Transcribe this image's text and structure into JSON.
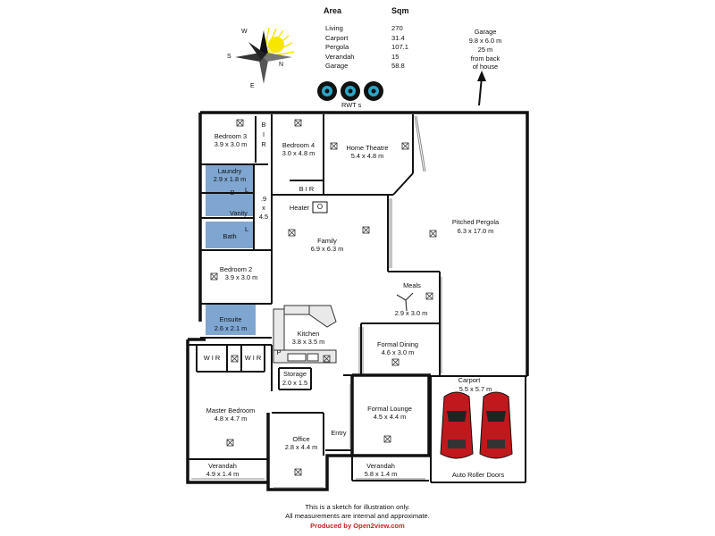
{
  "area_table": {
    "headers": {
      "area": "Area",
      "sqm": "Sqm"
    },
    "rows": [
      {
        "name": "Living",
        "sqm": "270"
      },
      {
        "name": "Carport",
        "sqm": "31.4"
      },
      {
        "name": "Pergola",
        "sqm": "107.1"
      },
      {
        "name": "Verandah",
        "sqm": "15"
      },
      {
        "name": "Garage",
        "sqm": "58.8"
      }
    ]
  },
  "garage_note": [
    "Garage",
    "9.8 x 6.0 m",
    "25 m",
    "from back",
    "of house"
  ],
  "compass": {
    "n": "N",
    "s": "S",
    "e": "E",
    "w": "W"
  },
  "rwt_label": "RWT s",
  "rooms": {
    "bedroom3": {
      "name": "Bedroom 3",
      "size": "3.9 x 3.0 m"
    },
    "bir_top": "B\nI\nR",
    "bedroom4": {
      "name": "Bedroom 4",
      "size": "3.0 x 4.8 m"
    },
    "home_theatre": {
      "name": "Home Theatre",
      "size": "5.4 x 4.8 m"
    },
    "bir_mid": "B I R",
    "laundry": {
      "name": "Laundry",
      "size": "2.9 x 1.8 m"
    },
    "b_label": "B",
    "l_label": "L",
    "vanity": "Vanity",
    "bath": "Bath",
    "passage_dim": ".9\nx\n4.5",
    "heater": "Heater",
    "heater_icon": "O",
    "family": {
      "name": "Family",
      "size": "6.9 x 6.3 m"
    },
    "pitched_pergola": {
      "name": "Pitched Pergola",
      "size": "6.3 x 17.0 m"
    },
    "bedroom2": {
      "name": "Bedroom 2",
      "size": "3.9 x 3.0 m"
    },
    "meals": {
      "name": "Meals",
      "size": "2.9 x 3.0 m"
    },
    "ensuite": {
      "name": "Ensuite",
      "size": "2.6 x 2.1 m"
    },
    "kitchen": {
      "name": "Kitchen",
      "size": "3.8 x 3.5 m"
    },
    "formal_dining": {
      "name": "Formal Dining",
      "size": "4.6 x 3.0 m"
    },
    "wir": "W I R",
    "pantry": "P",
    "storage": {
      "name": "Storage",
      "size": "2.0 x 1.5"
    },
    "carport": {
      "name": "Carport",
      "size": "5.5 x 5.7 m"
    },
    "master": {
      "name": "Master Bedroom",
      "size": "4.8 x 4.7 m"
    },
    "formal_lounge": {
      "name": "Formal Lounge",
      "size": "4.5 x 4.4 m"
    },
    "office": {
      "name": "Office",
      "size": "2.8 x 4.4 m"
    },
    "entry": "Entry",
    "verandah_left": {
      "name": "Verandah",
      "size": "4.9 x 1.4 m"
    },
    "verandah_front": {
      "name": "Verandah",
      "size": "5.8 x 1.4 m"
    },
    "roller_doors": "Auto Roller Doors"
  },
  "footer": {
    "line1": "This is a sketch for illustration only.",
    "line2": "All measurements are internal and approximate.",
    "line3": "Produced by Open2view.com"
  },
  "colors": {
    "wall": "#111111",
    "wet_area": "#7fa6d1",
    "accent_red": "#cc1f1f",
    "sun": "#f7e600",
    "car": "#c0181c"
  }
}
